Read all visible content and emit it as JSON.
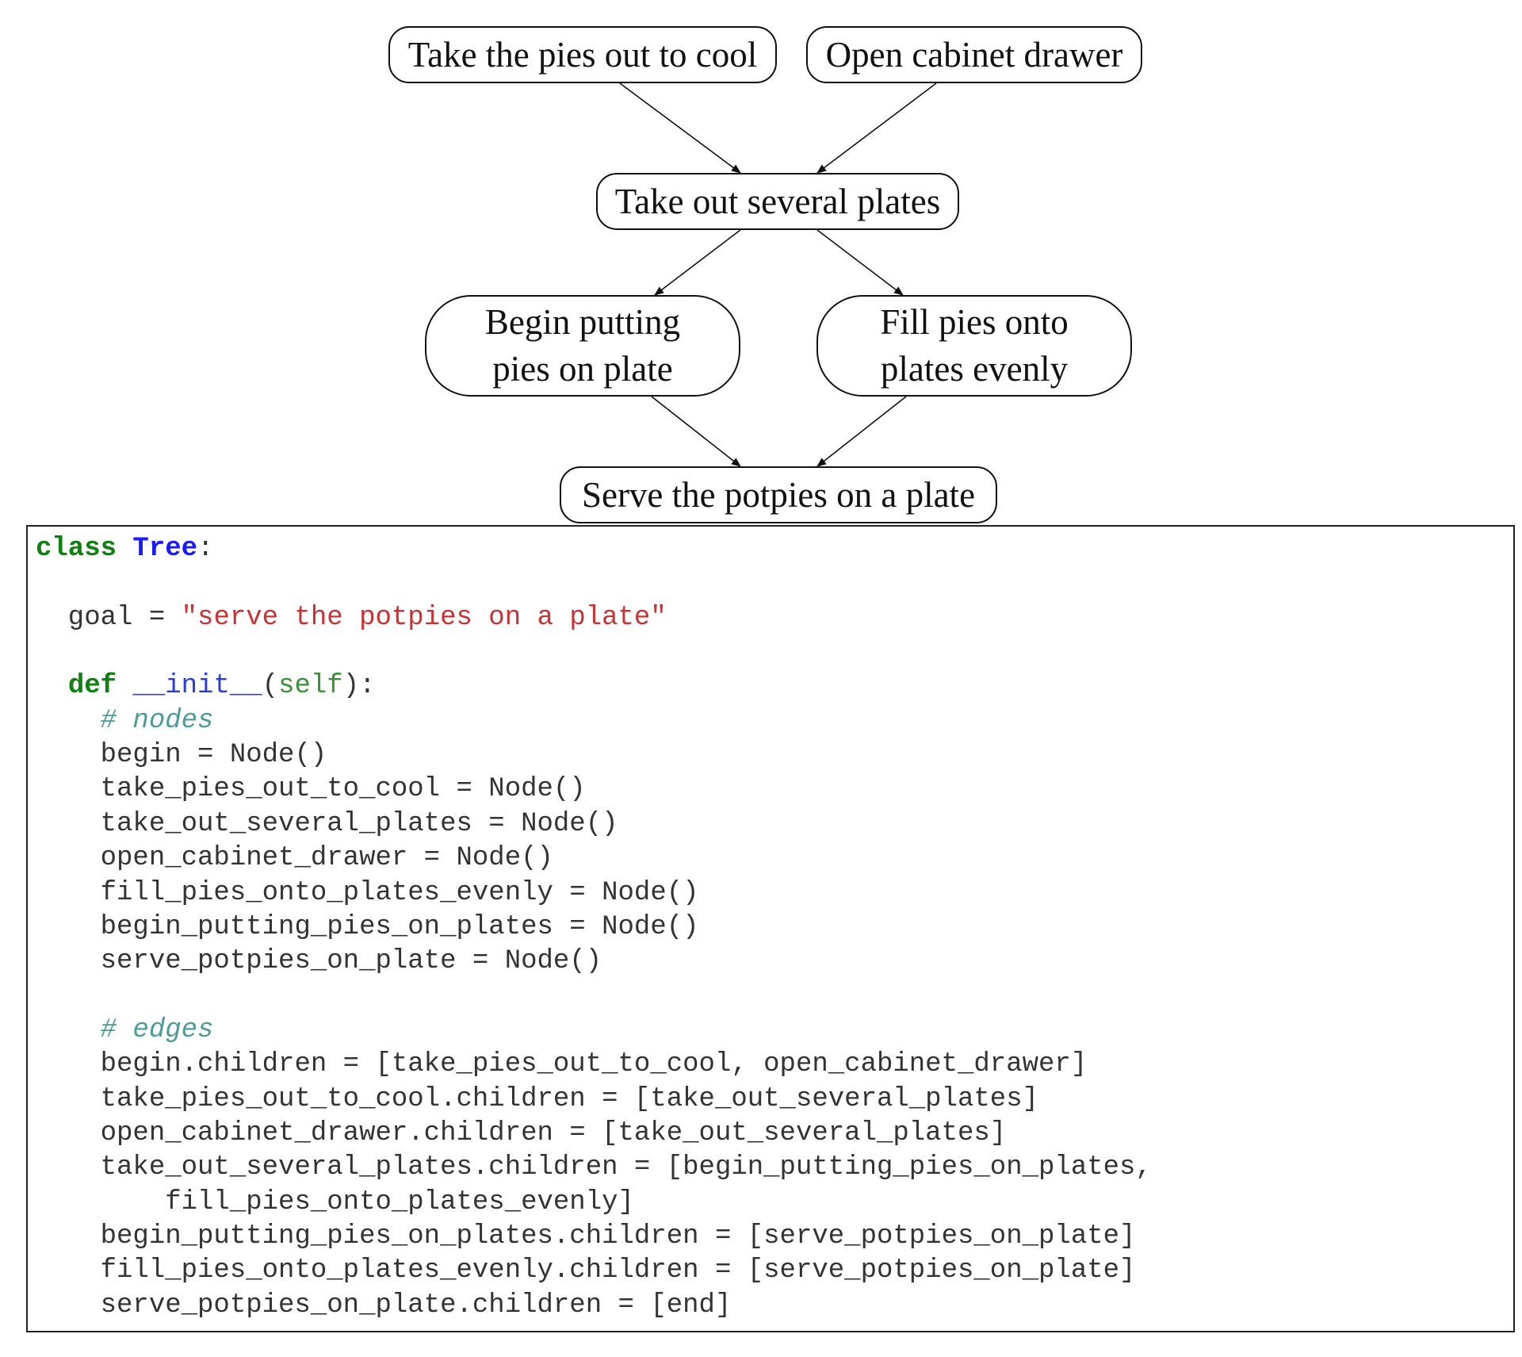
{
  "flowchart": {
    "nodes": [
      {
        "id": "take_pies_out_to_cool",
        "lines": [
          "Take the pies out to cool"
        ]
      },
      {
        "id": "open_cabinet_drawer",
        "lines": [
          "Open cabinet drawer"
        ]
      },
      {
        "id": "take_out_several_plates",
        "lines": [
          "Take out several plates"
        ]
      },
      {
        "id": "begin_putting_pies_on_plate",
        "lines": [
          "Begin putting",
          "pies on plate"
        ]
      },
      {
        "id": "fill_pies_onto_plates_evenly",
        "lines": [
          "Fill pies onto",
          "plates evenly"
        ]
      },
      {
        "id": "serve_potpies_on_plate",
        "lines": [
          "Serve the potpies on a plate"
        ]
      }
    ],
    "edges": [
      {
        "from": "take_pies_out_to_cool",
        "to": "take_out_several_plates"
      },
      {
        "from": "open_cabinet_drawer",
        "to": "take_out_several_plates"
      },
      {
        "from": "take_out_several_plates",
        "to": "begin_putting_pies_on_plate"
      },
      {
        "from": "take_out_several_plates",
        "to": "fill_pies_onto_plates_evenly"
      },
      {
        "from": "begin_putting_pies_on_plate",
        "to": "serve_potpies_on_plate"
      },
      {
        "from": "fill_pies_onto_plates_evenly",
        "to": "serve_potpies_on_plate"
      }
    ]
  },
  "code": {
    "lines": [
      [
        {
          "t": "class ",
          "c": "kw"
        },
        {
          "t": "Tree",
          "c": "cls"
        },
        {
          "t": ":",
          "c": "plain"
        }
      ],
      [],
      [
        {
          "t": "  goal = ",
          "c": "plain"
        },
        {
          "t": "\"serve the potpies on a plate\"",
          "c": "str"
        }
      ],
      [],
      [
        {
          "t": "  ",
          "c": "plain"
        },
        {
          "t": "def",
          "c": "kw"
        },
        {
          "t": " ",
          "c": "plain"
        },
        {
          "t": "__init__",
          "c": "fn"
        },
        {
          "t": "(",
          "c": "plain"
        },
        {
          "t": "self",
          "c": "param"
        },
        {
          "t": "):",
          "c": "plain"
        }
      ],
      [
        {
          "t": "    ",
          "c": "plain"
        },
        {
          "t": "# nodes",
          "c": "cmt"
        }
      ],
      [
        {
          "t": "    begin = Node()",
          "c": "plain"
        }
      ],
      [
        {
          "t": "    take_pies_out_to_cool = Node()",
          "c": "plain"
        }
      ],
      [
        {
          "t": "    take_out_several_plates = Node()",
          "c": "plain"
        }
      ],
      [
        {
          "t": "    open_cabinet_drawer = Node()",
          "c": "plain"
        }
      ],
      [
        {
          "t": "    fill_pies_onto_plates_evenly = Node()",
          "c": "plain"
        }
      ],
      [
        {
          "t": "    begin_putting_pies_on_plates = Node()",
          "c": "plain"
        }
      ],
      [
        {
          "t": "    serve_potpies_on_plate = Node()",
          "c": "plain"
        }
      ],
      [],
      [
        {
          "t": "    ",
          "c": "plain"
        },
        {
          "t": "# edges",
          "c": "cmt"
        }
      ],
      [
        {
          "t": "    begin.children = [take_pies_out_to_cool, open_cabinet_drawer]",
          "c": "plain"
        }
      ],
      [
        {
          "t": "    take_pies_out_to_cool.children = [take_out_several_plates]",
          "c": "plain"
        }
      ],
      [
        {
          "t": "    open_cabinet_drawer.children = [take_out_several_plates]",
          "c": "plain"
        }
      ],
      [
        {
          "t": "    take_out_several_plates.children = [begin_putting_pies_on_plates,",
          "c": "plain"
        }
      ],
      [
        {
          "t": "        fill_pies_onto_plates_evenly]",
          "c": "plain"
        }
      ],
      [
        {
          "t": "    begin_putting_pies_on_plates.children = [serve_potpies_on_plate]",
          "c": "plain"
        }
      ],
      [
        {
          "t": "    fill_pies_onto_plates_evenly.children = [serve_potpies_on_plate]",
          "c": "plain"
        }
      ],
      [
        {
          "t": "    serve_potpies_on_plate.children = [end]",
          "c": "plain"
        }
      ]
    ]
  }
}
